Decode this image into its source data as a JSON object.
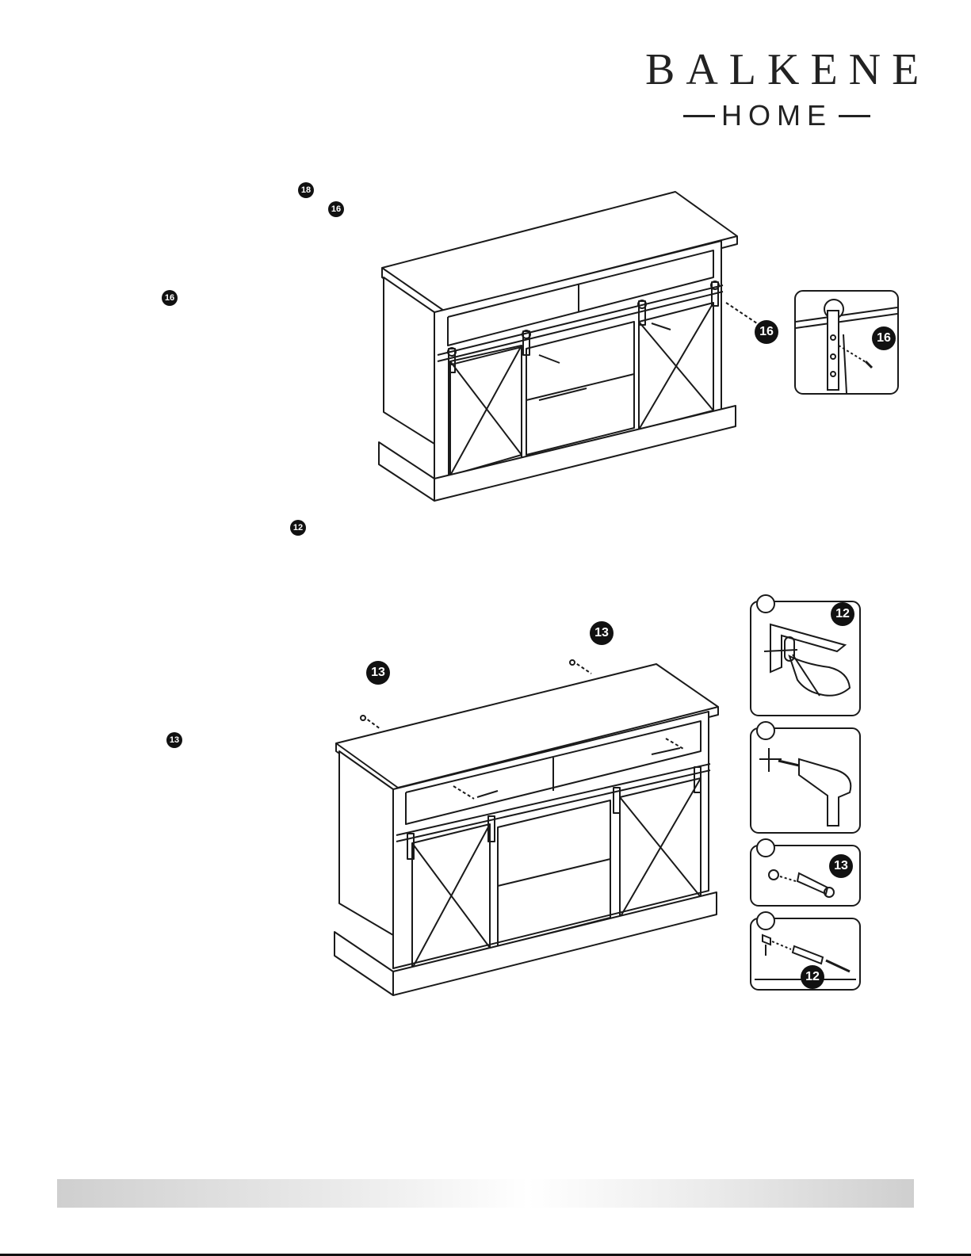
{
  "logo": {
    "brand": "BALKENE",
    "sub": "HOME"
  },
  "callouts": {
    "c18": "18",
    "c16": "16",
    "c12": "12",
    "c13": "13"
  }
}
